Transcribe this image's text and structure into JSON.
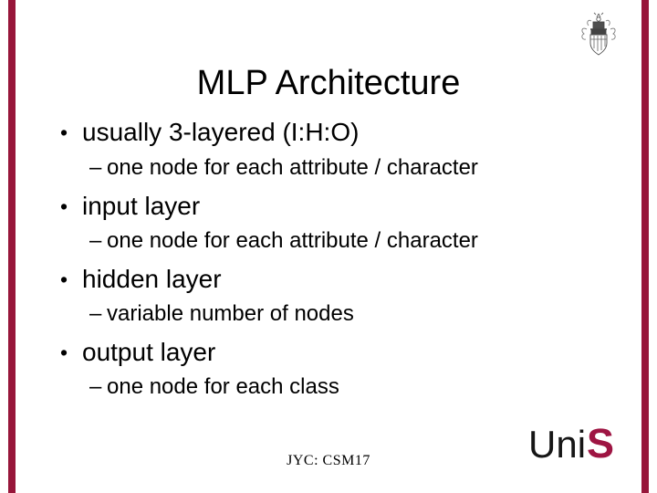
{
  "slide": {
    "title": "MLP Architecture",
    "bullets": [
      {
        "level": 1,
        "marker": "•",
        "text": "usually 3-layered (I:H:O)"
      },
      {
        "level": 2,
        "marker": "–",
        "text": "one node for each attribute / character"
      },
      {
        "level": 1,
        "marker": "•",
        "text": "input layer"
      },
      {
        "level": 2,
        "marker": "–",
        "text": "one node for each attribute / character"
      },
      {
        "level": 1,
        "marker": "•",
        "text": "hidden layer"
      },
      {
        "level": 2,
        "marker": "–",
        "text": "variable number of nodes"
      },
      {
        "level": 1,
        "marker": "•",
        "text": "output layer"
      },
      {
        "level": 2,
        "marker": "–",
        "text": "one node for each class"
      }
    ],
    "footer": "JYC: CSM17",
    "logo": {
      "uni": "Uni",
      "s": "S"
    },
    "icons": {
      "crest": "university-crest-icon"
    },
    "colors": {
      "accent_bar": "#97163a",
      "logo_s": "#9e1543",
      "text": "#000000",
      "background": "#ffffff"
    }
  }
}
